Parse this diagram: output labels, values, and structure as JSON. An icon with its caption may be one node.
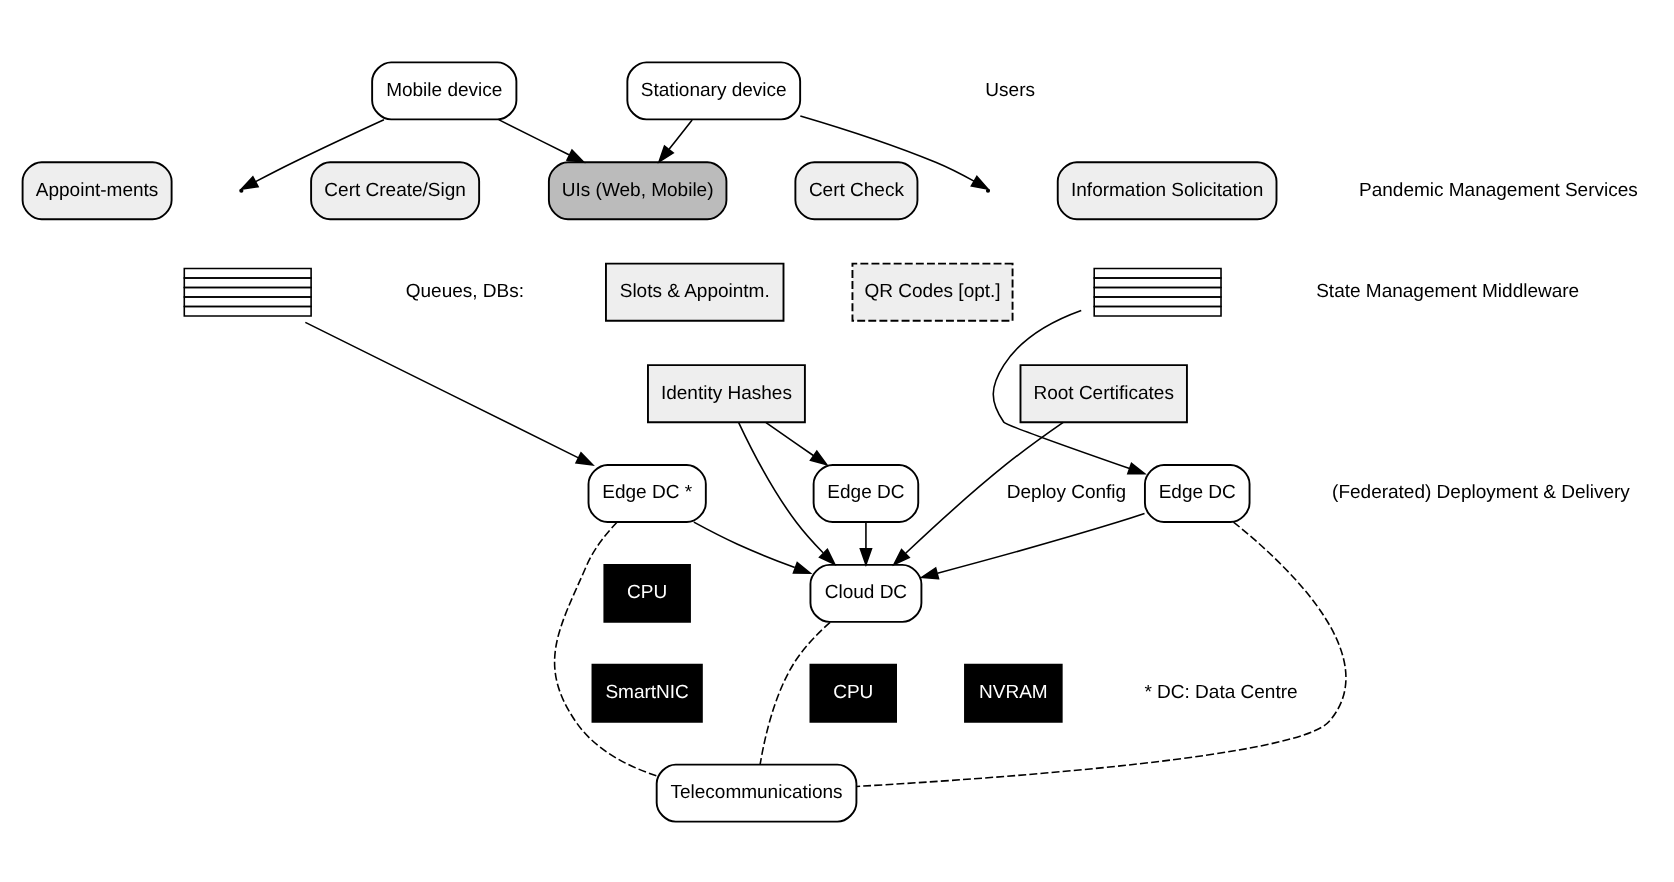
{
  "diagram": {
    "nodes": [
      {
        "text": [
          "Mobile device"
        ]
      },
      {
        "text": [
          "Stationary device"
        ]
      },
      {
        "text": [
          "Appoint-ments"
        ]
      },
      {
        "text": [
          "Cert Create/Sign"
        ]
      },
      {
        "text": [
          "UIs (Web, Mobile)"
        ]
      },
      {
        "text": [
          "Cert Check"
        ]
      },
      {
        "text": [
          "Information Solicitation"
        ]
      },
      {
        "text": [],
        "shape": "box"
      },
      {
        "text": [
          "Slots & Appointm."
        ]
      },
      {
        "text": [
          "Identity Hashes"
        ]
      },
      {
        "text": [
          "QR Codes [opt.]"
        ]
      },
      {
        "text": [
          "Root Certificates"
        ]
      },
      {
        "text": [],
        "shape": "box"
      },
      {
        "text": [
          "Edge DC *"
        ]
      },
      {
        "text": [
          "CPU"
        ]
      },
      {
        "text": [
          "SmartNIC"
        ]
      },
      {
        "text": [
          "Edge DC"
        ]
      },
      {
        "text": [
          "Cloud DC"
        ]
      },
      {
        "text": [
          "CPU"
        ]
      },
      {
        "text": [
          "NVRAM"
        ]
      },
      {
        "text": [
          "Edge DC"
        ]
      },
      {
        "text": [
          "Telecommunications"
        ]
      }
    ],
    "edges": [
      {
        "from": 0,
        "to": null,
        "arrow": "to"
      },
      {
        "from": 0,
        "to": 4,
        "arrow": "to"
      },
      {
        "from": 1,
        "to": 4,
        "arrow": "to"
      },
      {
        "from": 1,
        "to": null,
        "arrow": "to"
      },
      {
        "from": 7,
        "to": 13,
        "arrow": "to"
      },
      {
        "from": 9,
        "to": 16,
        "arrow": "to"
      },
      {
        "from": 12,
        "to": 20,
        "arrow": "to"
      },
      {
        "from": 13,
        "to": 17,
        "arrow": "to"
      },
      {
        "from": 9,
        "to": 17,
        "arrow": "to"
      },
      {
        "from": 16,
        "to": 17,
        "arrow": "to"
      },
      {
        "from": 11,
        "to": 17,
        "arrow": "to",
        "label": "Deploy Config"
      },
      {
        "from": 20,
        "to": 17,
        "arrow": "to"
      },
      {
        "from": 13,
        "to": 21,
        "arrow": "none",
        "style": "dashed"
      },
      {
        "from": 17,
        "to": 21,
        "arrow": "none",
        "style": "dashed"
      },
      {
        "from": 20,
        "to": 21,
        "arrow": "none",
        "style": "dashed"
      }
    ],
    "labels": [
      "Users",
      "Pandemic Management Services",
      "Queues, DBs:",
      "State Management Middleware",
      "(Federated) Deployment & Delivery",
      "* DC: Data Centre"
    ]
  }
}
